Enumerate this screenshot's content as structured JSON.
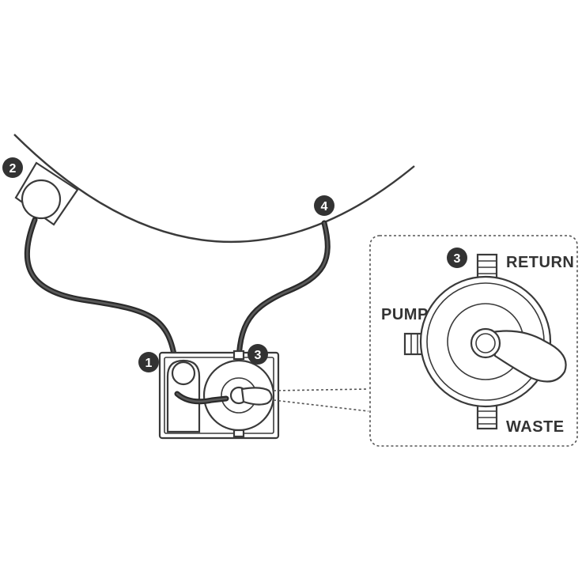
{
  "badges": {
    "one": "1",
    "two": "2",
    "three": "3",
    "three_detail": "3",
    "four": "4"
  },
  "labels": {
    "return": "RETURN",
    "pump": "PUMP",
    "waste": "WASTE"
  },
  "colors": {
    "line": "#3a3a3a",
    "hose": "#2a2a2a",
    "badge": "#333333",
    "background": "#ffffff"
  },
  "icons": {
    "valve": "multiport-valve-icon",
    "skimmer": "skimmer-icon",
    "filter": "filter-pump-icon"
  }
}
